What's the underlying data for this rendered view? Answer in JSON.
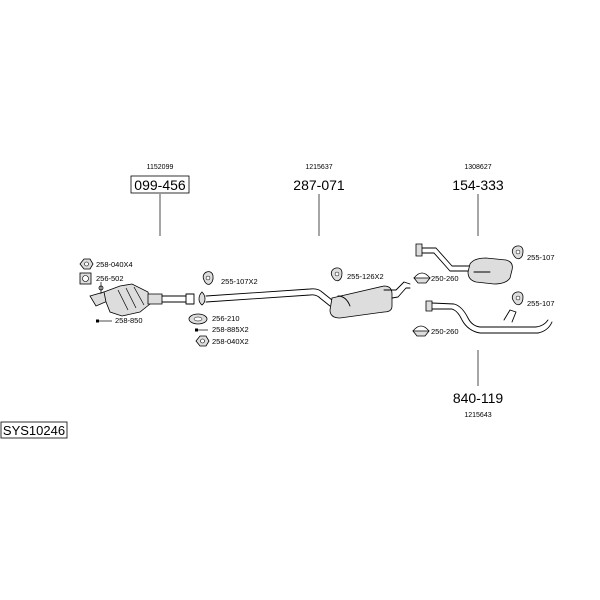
{
  "system_id": "SYS10246",
  "groups": [
    {
      "number": "099-456",
      "code": "1152099"
    },
    {
      "number": "287-071",
      "code": "1215637"
    },
    {
      "number": "154-333",
      "code": "1308627"
    },
    {
      "number": "840-119",
      "code": "1215643"
    }
  ],
  "parts": {
    "p1": "258-040X4",
    "p2": "256-502",
    "p3": "258-850",
    "p4": "255-107X2",
    "p5": "256-210",
    "p6": "258-885X2",
    "p7": "258-040X2",
    "p8": "255-126X2",
    "p9": "250-260",
    "p10": "255-107",
    "p11": "250-260",
    "p12": "255-107"
  },
  "icons": {
    "nut": "hex-nut-icon",
    "gasket": "gasket-icon",
    "hanger": "rubber-hanger-icon",
    "clamp": "pipe-clamp-icon",
    "bolt": "bolt-icon",
    "catalytic_converter": "catalytic-converter-icon",
    "muffler": "muffler-icon"
  }
}
